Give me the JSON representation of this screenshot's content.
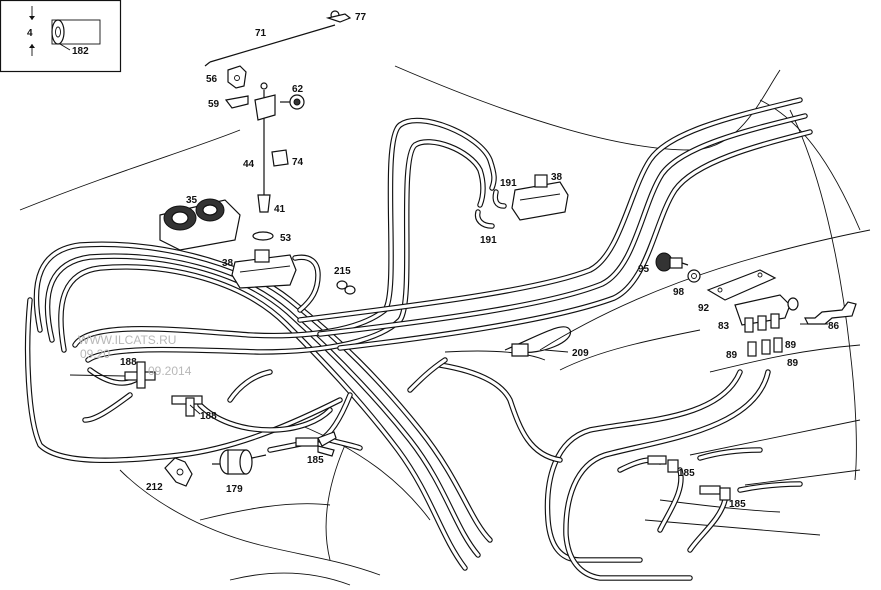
{
  "legend": {
    "dimension": "4",
    "part": "182"
  },
  "callouts": [
    {
      "id": "c77",
      "text": "77"
    },
    {
      "id": "c71",
      "text": "71"
    },
    {
      "id": "c56",
      "text": "56"
    },
    {
      "id": "c62",
      "text": "62"
    },
    {
      "id": "c59",
      "text": "59"
    },
    {
      "id": "c44",
      "text": "44"
    },
    {
      "id": "c74",
      "text": "74"
    },
    {
      "id": "c35",
      "text": "35"
    },
    {
      "id": "c41",
      "text": "41"
    },
    {
      "id": "c53",
      "text": "53"
    },
    {
      "id": "c191a",
      "text": "191"
    },
    {
      "id": "c38a",
      "text": "38"
    },
    {
      "id": "c191b",
      "text": "191"
    },
    {
      "id": "c38b",
      "text": "38"
    },
    {
      "id": "c215",
      "text": "215"
    },
    {
      "id": "c95",
      "text": "95"
    },
    {
      "id": "c98",
      "text": "98"
    },
    {
      "id": "c92",
      "text": "92"
    },
    {
      "id": "c83",
      "text": "83"
    },
    {
      "id": "c86",
      "text": "86"
    },
    {
      "id": "c89a",
      "text": "89"
    },
    {
      "id": "c89b",
      "text": "89"
    },
    {
      "id": "c89c",
      "text": "89"
    },
    {
      "id": "c209",
      "text": "209"
    },
    {
      "id": "c188a",
      "text": "188"
    },
    {
      "id": "c188b",
      "text": "188"
    },
    {
      "id": "c185a",
      "text": "185"
    },
    {
      "id": "c185b",
      "text": "185"
    },
    {
      "id": "c185c",
      "text": "185"
    },
    {
      "id": "c212",
      "text": "212"
    },
    {
      "id": "c179",
      "text": "179"
    }
  ],
  "watermark": [
    "WWW.ILCATS.RU",
    "09.20",
    "09.2014"
  ]
}
